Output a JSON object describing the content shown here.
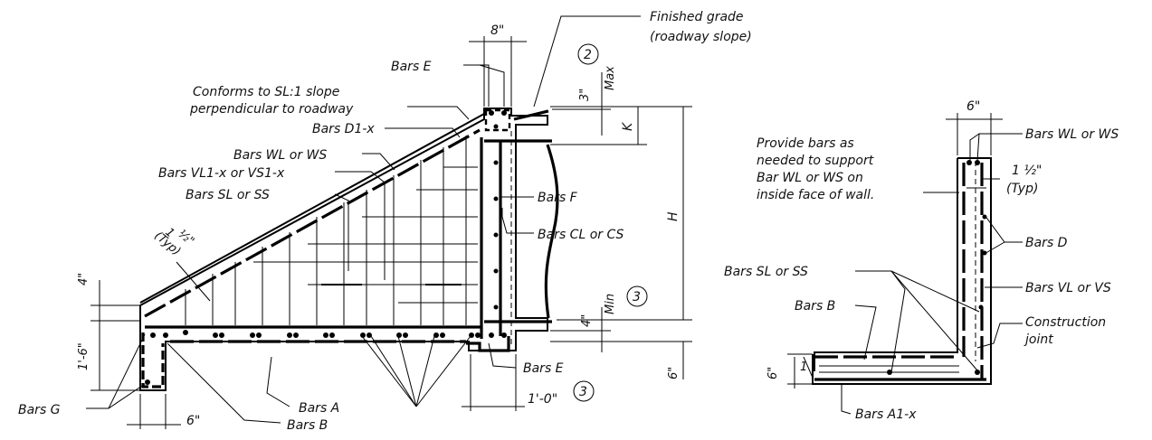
{
  "labels": {
    "finished_grade_1": "Finished grade",
    "finished_grade_2": "(roadway slope)",
    "bars_e_top": "Bars E",
    "conforms_1": "Conforms to SL:1 slope",
    "conforms_2": "perpendicular to roadway",
    "bars_d1x": "Bars D1-x",
    "bars_wl_ws_left": "Bars WL or WS",
    "bars_vl1x_vs1x": "Bars VL1-x or VS1-x",
    "bars_sl_ss_left": "Bars SL or SS",
    "bars_f": "Bars F",
    "bars_cl_cs": "Bars CL or CS",
    "bars_g": "Bars G",
    "bars_a": "Bars A",
    "bars_b_left": "Bars B",
    "bars_e_bottom": "Bars E",
    "provide_1": "Provide bars as",
    "provide_2": "needed to support",
    "provide_3": "Bar WL or WS on",
    "provide_4": "inside face of wall.",
    "bars_wl_ws_right": "Bars WL or WS",
    "bars_d": "Bars D",
    "bars_sl_ss_right": "Bars SL or SS",
    "bars_vl_vs": "Bars VL or VS",
    "bars_b_right": "Bars B",
    "construction_1": "Construction",
    "construction_2": "joint",
    "bars_a1x": "Bars A1-x"
  },
  "dimensions": {
    "top_width": "8\"",
    "max_3": "3\"",
    "max_word": "Max",
    "k": "K",
    "h": "H",
    "min_4": "4\"",
    "min_word": "Min",
    "left_4": "4\"",
    "left_1_6": "1'-6\"",
    "bottom_6_left": "6\"",
    "bottom_1_0": "1'-0\"",
    "right_6_left_view": "6\"",
    "typ_one": "1",
    "typ_half": "½\"",
    "typ_word": "(Typ)",
    "right_top_6": "6\"",
    "right_typ_val": "1 ½\"",
    "right_typ_word": "(Typ)",
    "right_6_bottom": "6\"",
    "right_1": "1"
  },
  "notes": {
    "note_2": "2",
    "note_3a": "3",
    "note_3b": "3"
  }
}
